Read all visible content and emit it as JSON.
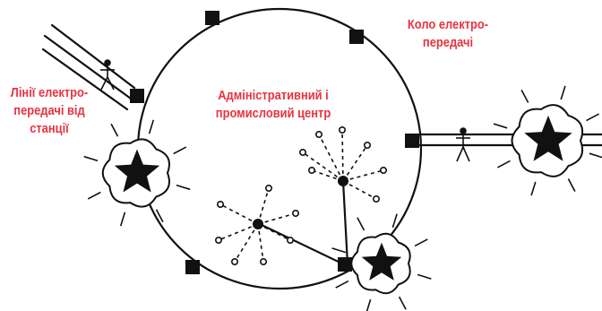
{
  "labels": {
    "ring": {
      "line1": "Коло електро-",
      "line2": "передачі"
    },
    "station_lines": {
      "line1": "Лінії електро-",
      "line2": "передачі від",
      "line3": "станції"
    },
    "center": {
      "line1": "Адміністративний і",
      "line2": "промисловий центр"
    }
  },
  "colors": {
    "label": "#e8333f",
    "stroke": "#111111",
    "background": "#ffffff"
  },
  "icons": {
    "substation": "black-square",
    "power_station": "star-in-cloud",
    "pylon": "transmission-tower",
    "consumer": "small-circle"
  }
}
